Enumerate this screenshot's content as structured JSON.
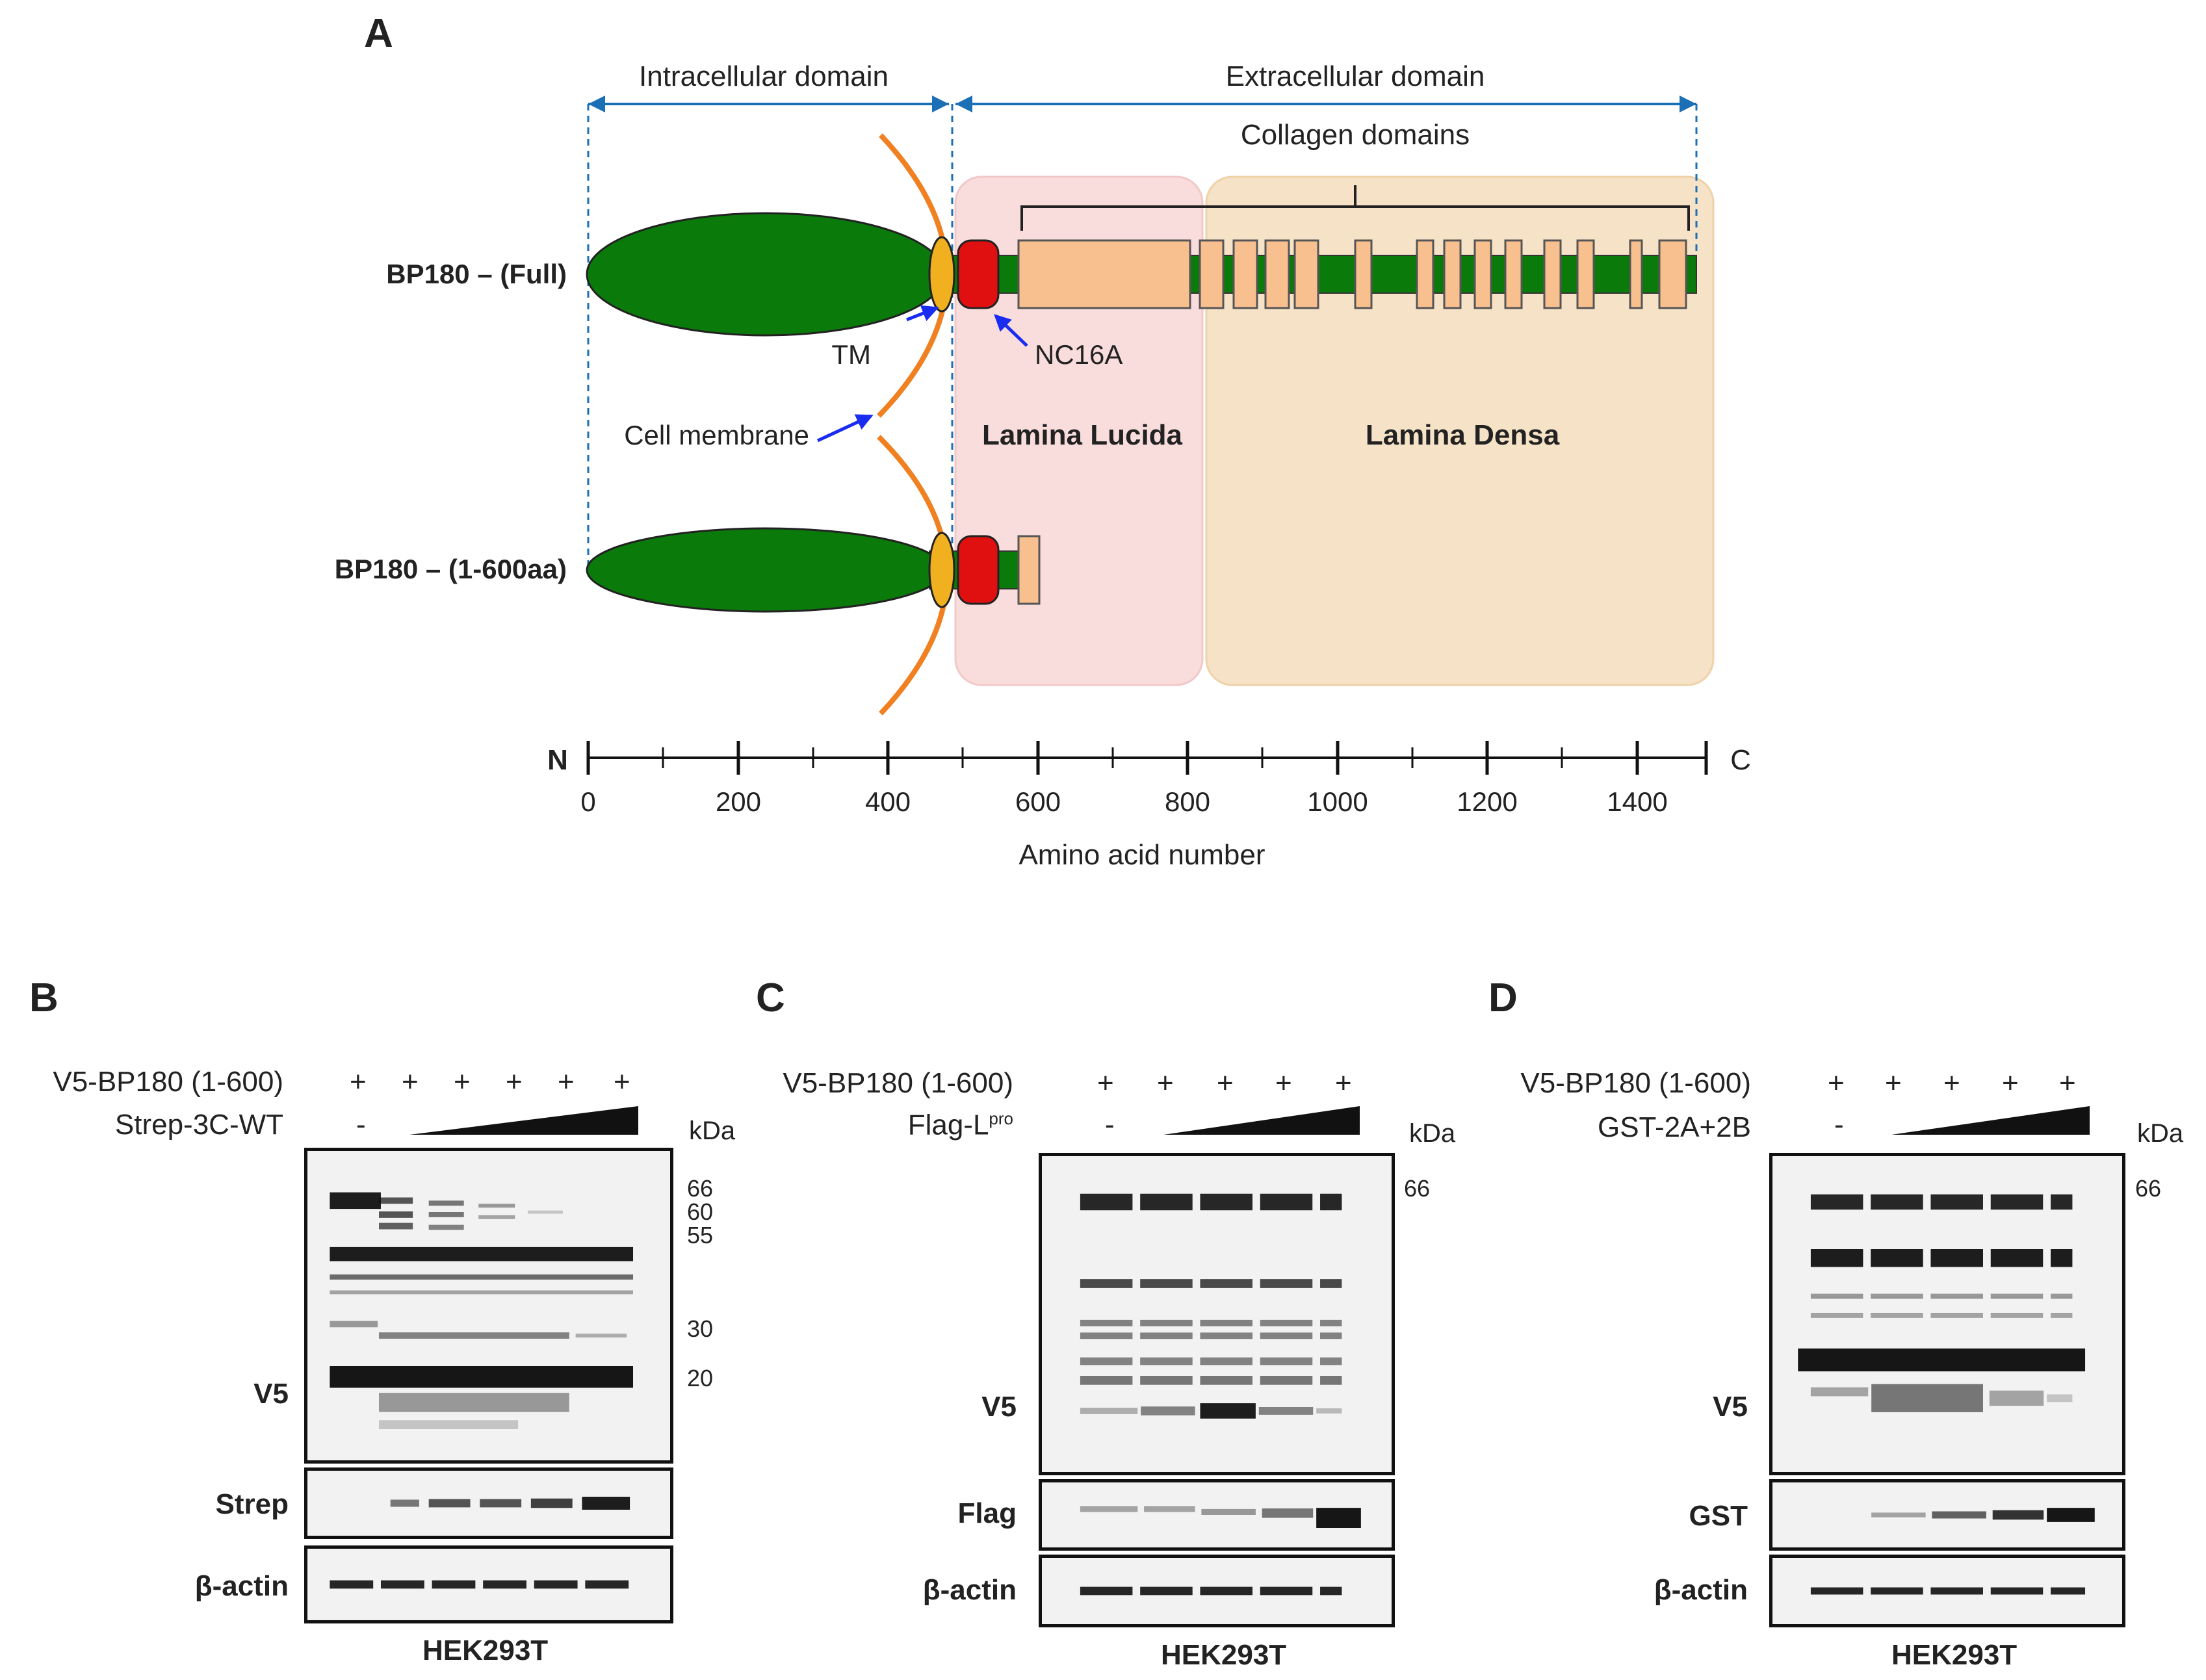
{
  "panelA": {
    "letter": "A",
    "intracellular": "Intracellular domain",
    "extracellular": "Extracellular domain",
    "collagen": "Collagen domains",
    "full_label": "BP180 – (Full)",
    "trunc_label": "BP180 – (1-600aa)",
    "tm": "TM",
    "nc16a": "NC16A",
    "cell_membrane": "Cell membrane",
    "lamina_lucida": "Lamina Lucida",
    "lamina_densa": "Lamina Densa",
    "axis_n": "N",
    "axis_c": "C",
    "axis_title": "Amino acid number",
    "ticks": [
      "0",
      "200",
      "400",
      "600",
      "800",
      "1000",
      "1200",
      "1400"
    ]
  },
  "panelB": {
    "letter": "B",
    "row1_label": "V5-BP180 (1-600)",
    "row1_marks": [
      "+",
      "+",
      "+",
      "+",
      "+",
      "+"
    ],
    "row2_label": "Strep-3C-WT",
    "row2_first": "-",
    "kda": "kDa",
    "markers": [
      "66",
      "60",
      "55",
      "30",
      "20"
    ],
    "blots": [
      "V5",
      "Strep",
      "β-actin"
    ],
    "cell_line": "HEK293T"
  },
  "panelC": {
    "letter": "C",
    "row1_label": "V5-BP180 (1-600)",
    "row1_marks": [
      "+",
      "+",
      "+",
      "+",
      "+"
    ],
    "row2_label": "Flag-L",
    "row2_sup": "pro",
    "row2_first": "-",
    "kda": "kDa",
    "markers": [
      "66"
    ],
    "blots": [
      "V5",
      "Flag",
      "β-actin"
    ],
    "cell_line": "HEK293T"
  },
  "panelD": {
    "letter": "D",
    "row1_label": "V5-BP180 (1-600)",
    "row1_marks": [
      "+",
      "+",
      "+",
      "+",
      "+"
    ],
    "row2_label": "GST-2A+2B",
    "row2_first": "-",
    "kda": "kDa",
    "markers": [
      "66"
    ],
    "blots": [
      "V5",
      "GST",
      "β-actin"
    ],
    "cell_line": "HEK293T"
  },
  "colors": {
    "domain_green": "#0a7a0a",
    "tm_orange": "#f0b020",
    "nc16a_red": "#e01010",
    "collagen_peach": "#f9c08f",
    "lucida_pink": "#f9dcdc",
    "densa_tan": "#f6e2c6",
    "membrane_orange": "#f08020",
    "arrow_blue": "#1a6fb5",
    "pointer_blue": "#1a2cf0"
  }
}
